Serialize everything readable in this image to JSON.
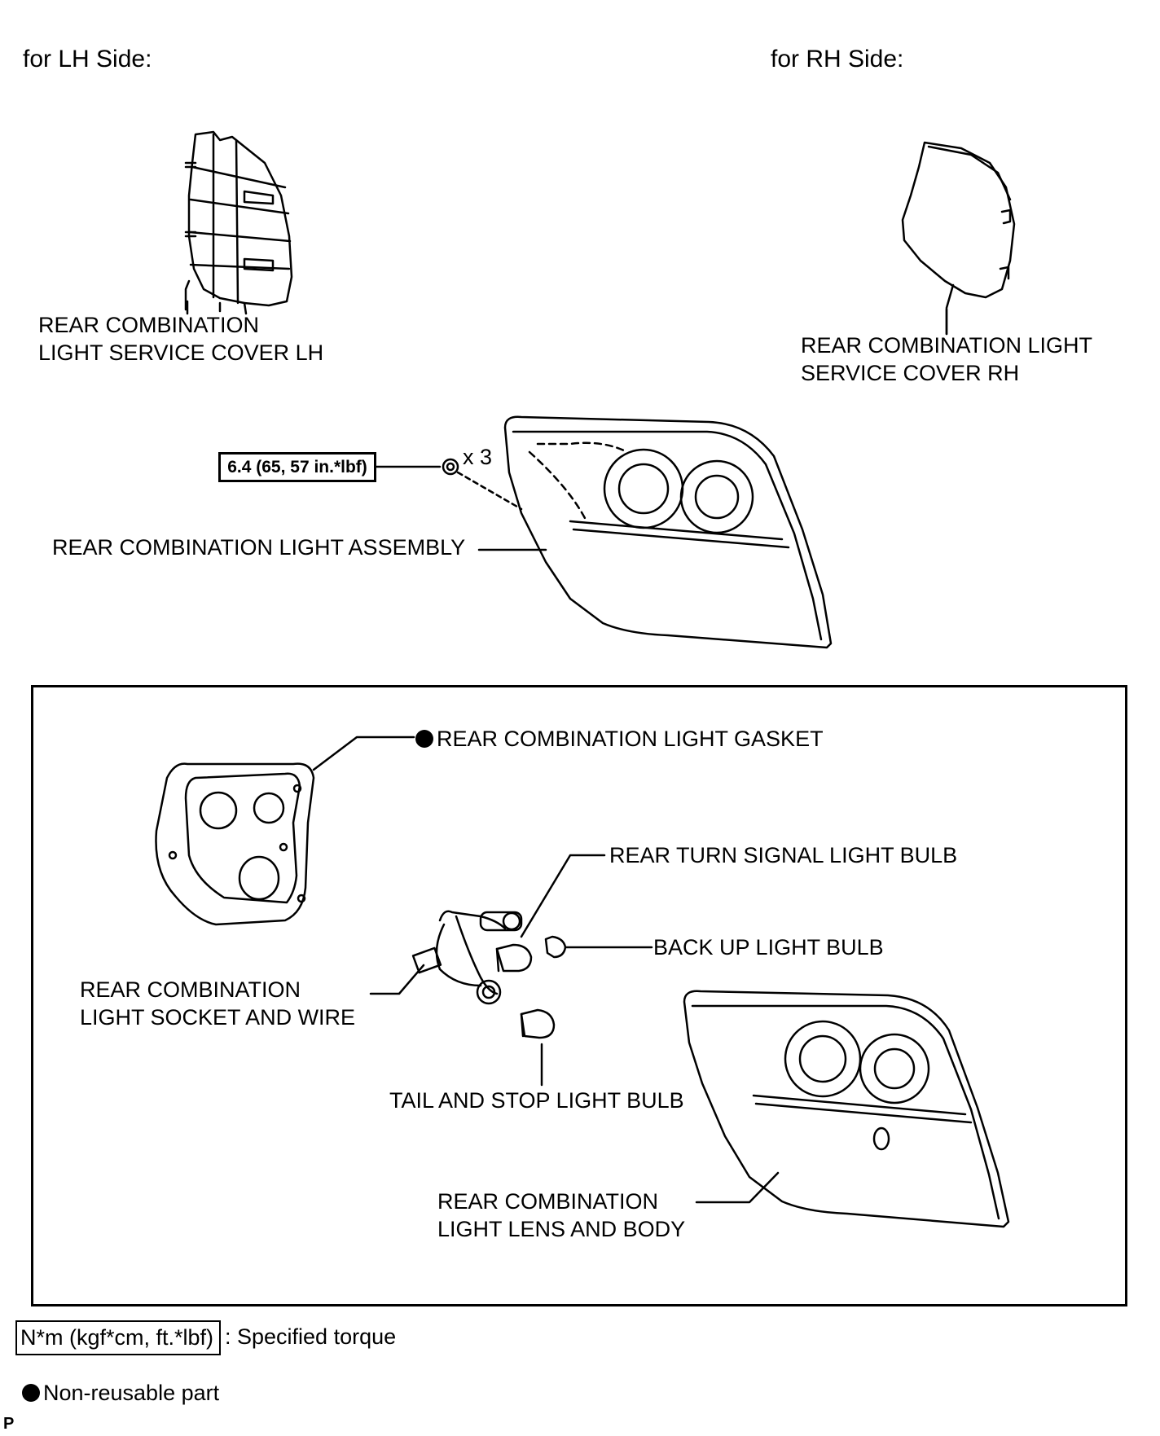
{
  "headers": {
    "lh_side": "for LH Side:",
    "rh_side": "for RH Side:"
  },
  "parts": {
    "service_cover_lh": [
      "REAR COMBINATION",
      "LIGHT SERVICE COVER LH"
    ],
    "service_cover_rh": [
      "REAR COMBINATION LIGHT",
      "SERVICE COVER RH"
    ],
    "light_assembly": "REAR COMBINATION LIGHT ASSEMBLY",
    "gasket": "REAR COMBINATION LIGHT GASKET",
    "turn_signal_bulb": "REAR TURN SIGNAL LIGHT BULB",
    "back_up_bulb": "BACK UP LIGHT BULB",
    "socket_and_wire": [
      "REAR COMBINATION",
      "LIGHT SOCKET AND WIRE"
    ],
    "tail_stop_bulb": "TAIL AND STOP LIGHT BULB",
    "lens_and_body": [
      "REAR COMBINATION",
      "LIGHT LENS AND BODY"
    ]
  },
  "torque": {
    "value": "6.4 (65, 57 in.*lbf)",
    "quantity": "x 3"
  },
  "legend": {
    "torque_unit": "N*m (kgf*cm, ft.*lbf)",
    "torque_desc": ": Specified torque",
    "non_reusable": "Non-reusable part"
  },
  "footer_code": "P"
}
